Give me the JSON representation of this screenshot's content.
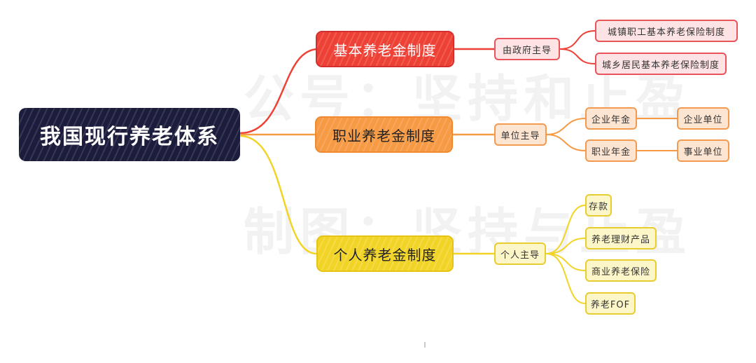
{
  "colors": {
    "root": "#1c1c3c",
    "red": "#ee4136",
    "orange": "#f79a44",
    "yellow": "#f2d426"
  },
  "watermark": {
    "line1": "公号：坚持和止盈",
    "line2": "制图：坚持与止盈"
  },
  "root": {
    "label": "我国现行养老体系"
  },
  "branches": {
    "basic": {
      "label": "基本养老金制度",
      "lead": "由政府主导",
      "items": [
        "城镇职工基本养老保险制度",
        "城乡居民基本养老保险制度"
      ]
    },
    "occupational": {
      "label": "职业养老金制度",
      "lead": "单位主导",
      "items": [
        "企业年金",
        "职业年金"
      ],
      "leaves": [
        "企业单位",
        "事业单位"
      ]
    },
    "personal": {
      "label": "个人养老金制度",
      "lead": "个人主导",
      "items": [
        "存款",
        "养老理财产品",
        "商业养老保险",
        "养老FOF"
      ]
    }
  }
}
